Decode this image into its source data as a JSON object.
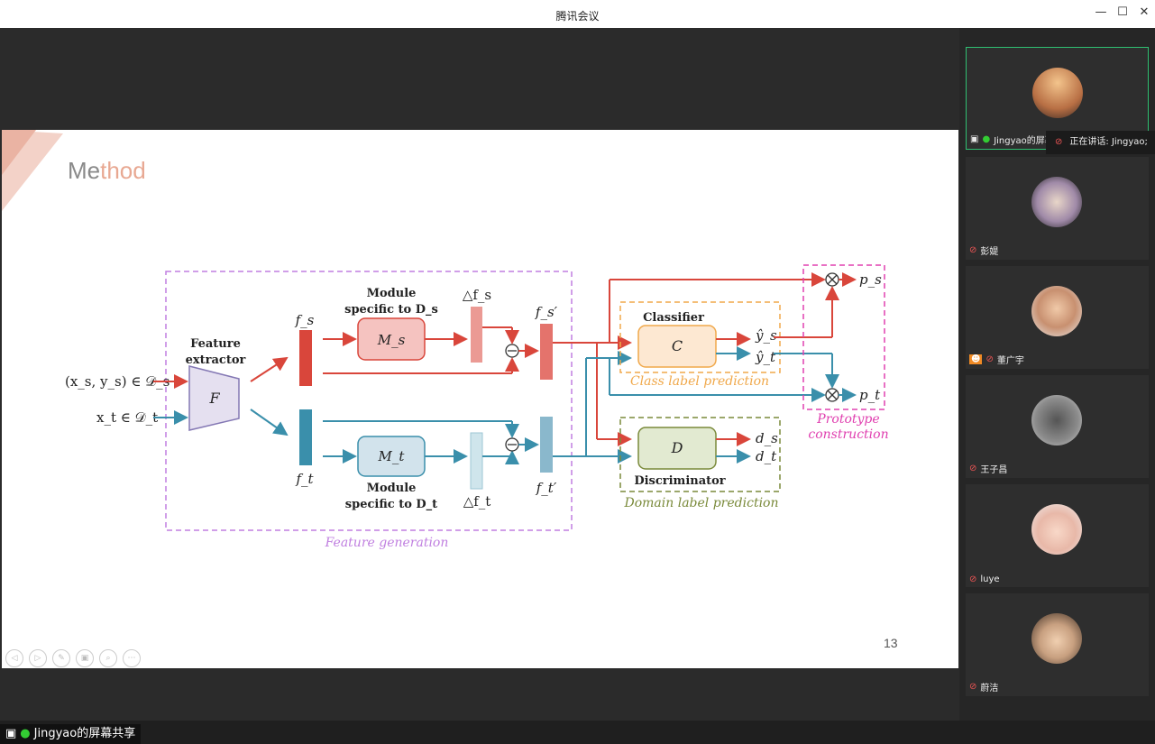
{
  "window": {
    "title": "腾讯会议",
    "minimize": "—",
    "maximize": "☐",
    "close": "✕"
  },
  "slide": {
    "title_part1": "Me",
    "title_part2": "thod",
    "page_number": "13",
    "controls": [
      "◁",
      "▷",
      "✎",
      "▣",
      "⌕",
      "⋯"
    ],
    "diagram": {
      "input_s": "(x_s, y_s) ∈ 𝒟_s",
      "input_t": "x_t ∈ 𝒟_t",
      "feature_extractor_1": "Feature",
      "feature_extractor_2": "extractor",
      "F": "F",
      "f_s": "f_s",
      "f_t": "f_t",
      "module_s_1": "Module",
      "module_s_2": "specific to D_s",
      "M_s": "M_s",
      "module_t_1": "Module",
      "module_t_2": "specific to D_t",
      "M_t": "M_t",
      "delta_fs": "△f_s",
      "delta_ft": "△f_t",
      "fs_prime": "f_s′",
      "ft_prime": "f_t′",
      "feature_generation": "Feature generation",
      "classifier": "Classifier",
      "C": "C",
      "yhat_s": "ŷ_s",
      "yhat_t": "ŷ_t",
      "class_label_prediction": "Class label prediction",
      "D": "D",
      "discriminator": "Discriminator",
      "d_s": "d_s",
      "d_t": "d_t",
      "domain_label_prediction": "Domain label prediction",
      "p_s": "p_s",
      "p_t": "p_t",
      "prototype_1": "Prototype",
      "prototype_2": "construction"
    }
  },
  "share_label": "Jingyao的屏幕共享",
  "speaking": "正在讲话: Jingyao;",
  "participants": [
    {
      "name": "Jingyao的屏幕共享",
      "active": true
    },
    {
      "name": "彭媞"
    },
    {
      "name": "董广宇"
    },
    {
      "name": "王子昌"
    },
    {
      "name": "luye"
    },
    {
      "name": "蔚洁"
    }
  ],
  "colors": {
    "red": "#d9463b",
    "blue": "#3a8fab",
    "purple": "#c07fe0",
    "orange": "#f0a84a",
    "green": "#7a8a3a",
    "magenta": "#e040b0",
    "active_border": "#2fbf71"
  }
}
